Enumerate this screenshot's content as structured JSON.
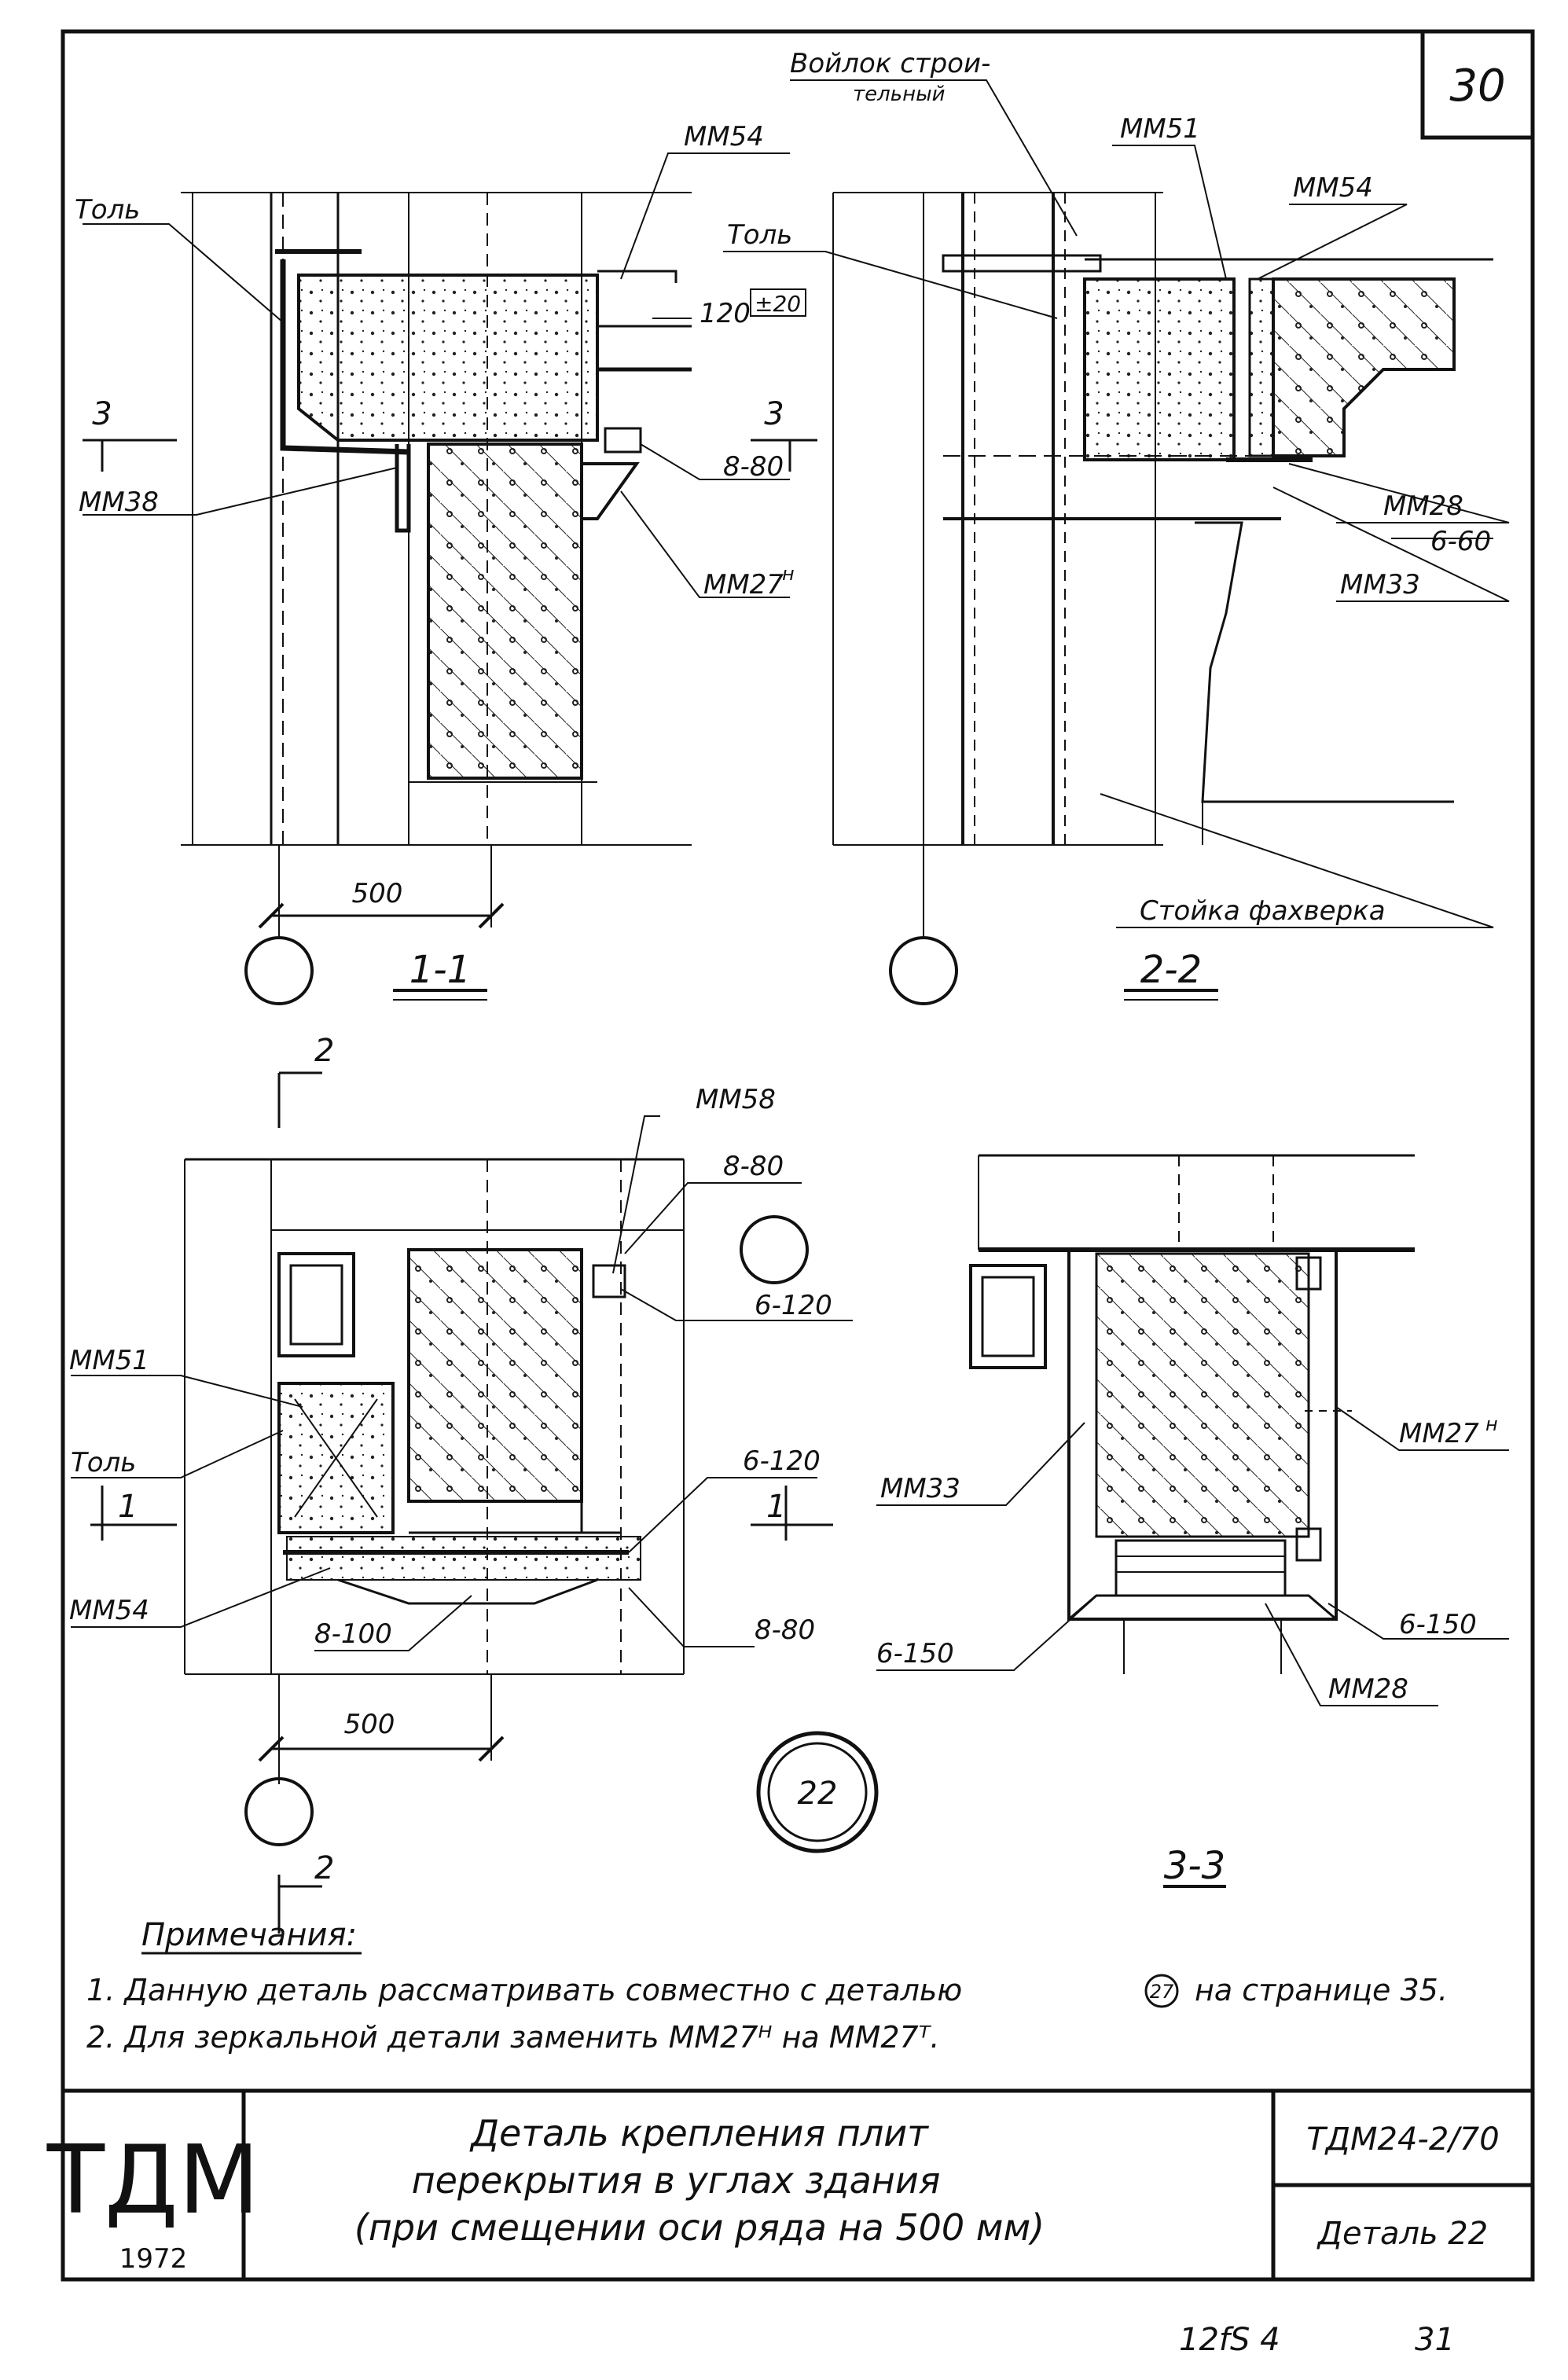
{
  "sheet_number": "30",
  "detail_circle": "22",
  "section_1_1": {
    "title": "1-1",
    "labels": {
      "tol": "Толь",
      "mm54": "ММ54",
      "mm38": "ММ38",
      "dim_120": "120",
      "dim_pm20": "±20",
      "cut3_left": "3",
      "cut3_right": "3",
      "weld_8_80": "8-80",
      "mm27h": "ММ27",
      "mm27h_sup": "н",
      "dim_500": "500"
    }
  },
  "section_2_2": {
    "title": "2-2",
    "labels": {
      "voilok": "Войлок строи-",
      "voilok2": "тельный",
      "mm51": "ММ51",
      "mm54": "ММ54",
      "tol": "Толь",
      "mm28": "ММ28",
      "weld_6_60": "6-60",
      "mm33": "ММ33",
      "stoika": "Стойка фахверка"
    }
  },
  "plan": {
    "labels": {
      "cut2_top": "2",
      "cut2_bottom": "2",
      "mm58": "ММ58",
      "w8_80_top": "8-80",
      "w6_120_a": "6-120",
      "w6_120_b": "6-120",
      "mm51": "ММ51",
      "tol": "Толь",
      "cut1_left": "1",
      "cut1_right": "1",
      "mm54": "ММ54",
      "w8_100": "8-100",
      "w8_80_bottom": "8-80",
      "w6_150": "6-150",
      "dim_500": "500"
    }
  },
  "section_3_3": {
    "title": "3-3",
    "labels": {
      "mm33": "ММ33",
      "mm27h": "ММ27",
      "mm27h_sup": "н",
      "w6_150": "6-150",
      "mm28": "ММ28"
    }
  },
  "notes": {
    "heading": "Примечания:",
    "line1a": "1. Данную деталь рассматривать совместно с деталью",
    "line1_ref": "27",
    "line1b": "на странице 35.",
    "line2": "2. Для зеркальной детали заменить ММ27ᴴ на ММ27ᵀ."
  },
  "title_block": {
    "org": "ТДМ",
    "year": "1972",
    "title_line1": "Деталь крепления плит",
    "title_line2": "перекрытия в углах здания",
    "title_line3": "(при смещении оси ряда на 500 мм)",
    "code": "ТДМ24-2/70",
    "detail": "Деталь 22"
  },
  "footer": {
    "left": "12fS 4",
    "right": "31"
  }
}
